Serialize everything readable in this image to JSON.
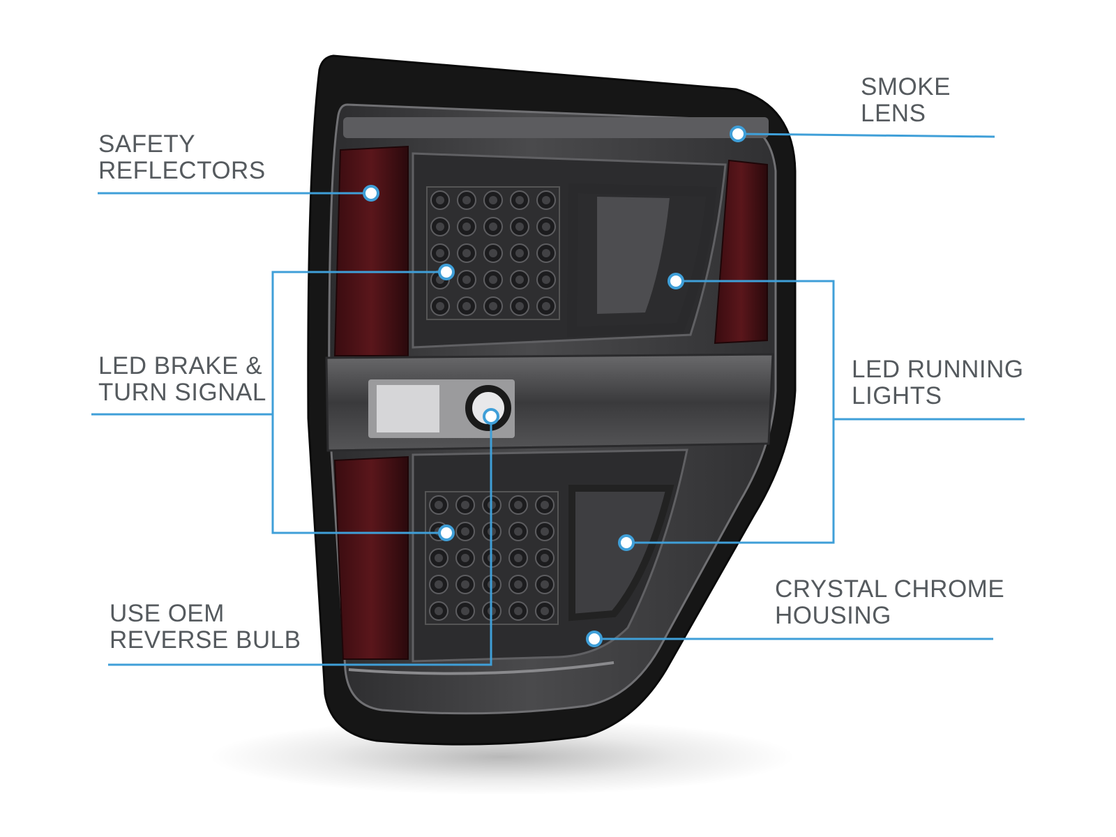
{
  "colors": {
    "leader": "#3f9fd8",
    "dot_fill": "#ffffff",
    "label_text": "#555a5e",
    "housing": "#161616",
    "lens_smoke": "#3e3e40",
    "reflector_red": "#4a1216"
  },
  "callouts": {
    "smoke_lens": {
      "line1": "SMOKE",
      "line2": "LENS"
    },
    "safety_reflectors": {
      "line1": "SAFETY",
      "line2": "REFLECTORS"
    },
    "led_brake": {
      "line1": "LED BRAKE &",
      "line2": "TURN SIGNAL"
    },
    "led_running": {
      "line1": "LED RUNNING",
      "line2": "LIGHTS"
    },
    "crystal_chrome": {
      "line1": "CRYSTAL CHROME",
      "line2": "HOUSING"
    },
    "reverse_bulb": {
      "line1": "USE OEM",
      "line2": "REVERSE BULB"
    }
  },
  "product_image": {
    "subject": "smoked LED tail light assembly",
    "icon": "tail-light-illustration"
  }
}
